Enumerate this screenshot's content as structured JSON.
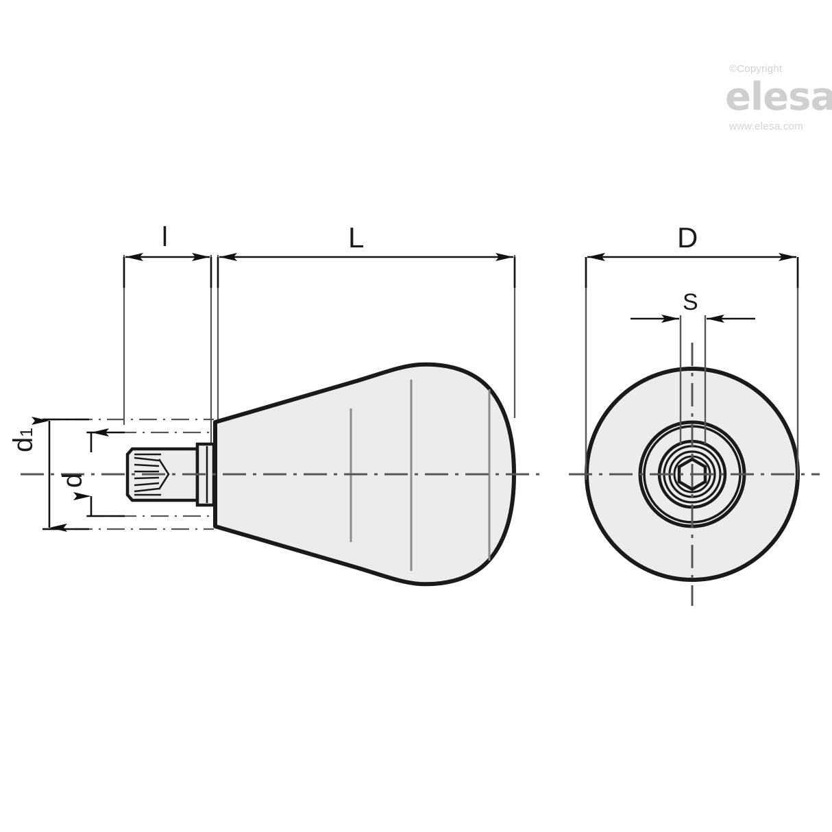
{
  "drawing": {
    "title": "Technical dimensional drawing of a threaded knob",
    "type": "engineering-drawing",
    "views": [
      {
        "name": "side-view",
        "description": "Side section view of bell-shaped knob with threaded stud"
      },
      {
        "name": "front-view",
        "description": "Front circular view with hexagon socket"
      }
    ],
    "line_color": "#1a1a1a",
    "fill_color": "#ececec",
    "center_line_color": "#555555",
    "background": "#ffffff"
  },
  "dimensions": {
    "l": {
      "label": "l",
      "description": "Thread length of stud"
    },
    "L": {
      "label": "L",
      "description": "Overall length of knob body"
    },
    "D": {
      "label": "D",
      "description": "Outside diameter of knob"
    },
    "S": {
      "label": "S",
      "description": "Hexagon socket width across flats"
    },
    "d1": {
      "label": "d",
      "subscript": "1",
      "description": "Outer collar diameter"
    },
    "d": {
      "label": "d",
      "description": "Thread diameter"
    }
  },
  "watermark": {
    "copyright": "©Copyright",
    "brand": "elesa",
    "url": "www.elesa.com",
    "color": "#cfcfcf"
  }
}
